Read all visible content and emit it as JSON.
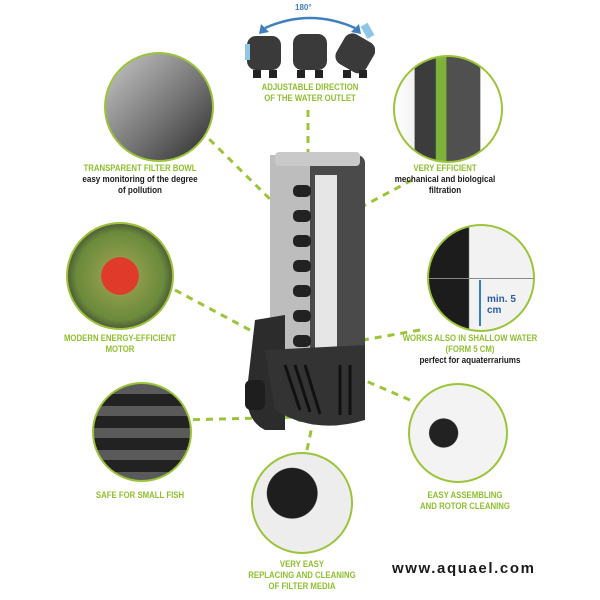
{
  "brand": {
    "website": "www.aquael.com",
    "accent_color": "#8fbf2e",
    "text_color": "#1b1b1b"
  },
  "outlet_rotation": {
    "angle_label": "180°"
  },
  "features": [
    {
      "id": "outlet",
      "title_lines": [
        "ADJUSTABLE DIRECTION",
        "OF THE WATER OUTLET"
      ],
      "subtitle_lines": [],
      "icon": "rotating-outlet-image"
    },
    {
      "id": "bowl",
      "title_lines": [
        "TRANSPARENT FILTER BOWL"
      ],
      "subtitle_lines": [
        "easy monitoring of the degree",
        "of pollution"
      ],
      "icon": "filter-bowl-image"
    },
    {
      "id": "filtration",
      "title_lines": [
        "VERY EFFICIENT"
      ],
      "subtitle_lines": [
        "mechanical and biological",
        "filtration"
      ],
      "icon": "filter-sponge-image"
    },
    {
      "id": "motor",
      "title_lines": [
        "MODERN ENERGY-EFFICIENT",
        "MOTOR"
      ],
      "subtitle_lines": [],
      "icon": "rotor-image"
    },
    {
      "id": "shallow",
      "title_lines": [
        "WORKS ALSO IN SHALLOW WATER",
        "(FORM 5 CM)"
      ],
      "subtitle_lines": [
        "perfect for aquaterrariums"
      ],
      "icon": "water-level-image",
      "inset_label": "min. 5 cm"
    },
    {
      "id": "fish",
      "title_lines": [
        "SAFE FOR SMALL FISH"
      ],
      "subtitle_lines": [],
      "icon": "intake-grille-image"
    },
    {
      "id": "assembly",
      "title_lines": [
        "EASY ASSEMBLING",
        "AND ROTOR CLEANING"
      ],
      "subtitle_lines": [],
      "icon": "rotor-assembly-image"
    },
    {
      "id": "media",
      "title_lines": [
        "VERY EASY",
        "REPLACING AND CLEANING",
        "OF FILTER MEDIA"
      ],
      "subtitle_lines": [],
      "icon": "filter-media-image"
    }
  ]
}
